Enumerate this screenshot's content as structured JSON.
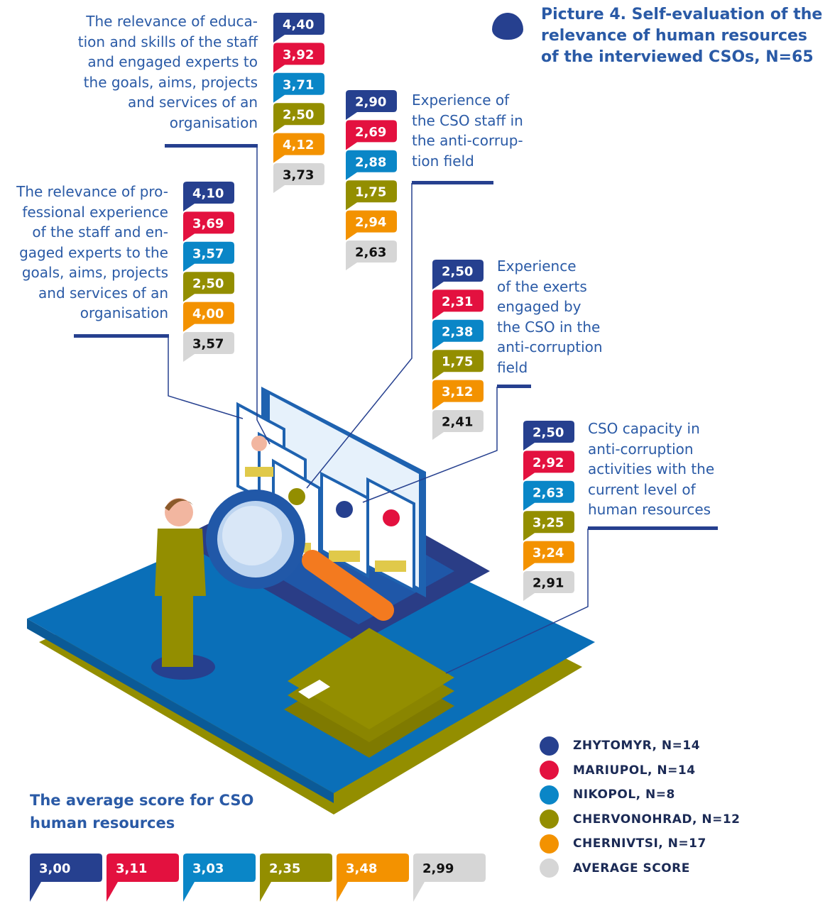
{
  "title": "Picture 4. Self-evaluation of the relevance of human resources of the interviewed CSOs, N=65",
  "colors": {
    "zhytomyr": "#26408f",
    "mariupol": "#e3113f",
    "nikopol": "#0a86c7",
    "chervonohrad": "#938e00",
    "chernivtsi": "#f39200",
    "average": "#d6d6d6",
    "text_blue": "#2a5aa6"
  },
  "legend": [
    {
      "label": "ZHYTOMYR, N=14",
      "color": "#26408f"
    },
    {
      "label": "MARIUPOL, N=14",
      "color": "#e3113f"
    },
    {
      "label": "NIKOPOL, N=8",
      "color": "#0a86c7"
    },
    {
      "label": "CHERVONOHRAD, N=12",
      "color": "#938e00"
    },
    {
      "label": "CHERNIVTSI, N=17",
      "color": "#f39200"
    },
    {
      "label": "AVERAGE SCORE",
      "color": "#d6d6d6"
    }
  ],
  "average_section": {
    "title": "The average score for CSO human resources"
  },
  "chart_data": {
    "type": "table",
    "title": "Picture 4. Self-evaluation of the relevance of human resources of the interviewed CSOs, N=65",
    "series_names": [
      "ZHYTOMYR, N=14",
      "MARIUPOL, N=14",
      "NIKOPOL, N=8",
      "CHERVONOHRAD, N=12",
      "CHERNIVTSI, N=17",
      "AVERAGE SCORE"
    ],
    "groups": [
      {
        "label_lines": [
          "The relevance of educa-",
          "tion and skills of the staff",
          "and engaged experts to",
          "the goals, aims, projects",
          "and services of an",
          "organisation"
        ],
        "values": [
          "4,40",
          "3,92",
          "3,71",
          "2,50",
          "4,12",
          "3,73"
        ]
      },
      {
        "label_lines": [
          "The relevance of pro-",
          "fessional experience",
          "of the staff and en-",
          "gaged experts to the",
          "goals, aims, projects",
          "and services of an",
          "organisation"
        ],
        "values": [
          "4,10",
          "3,69",
          "3,57",
          "2,50",
          "4,00",
          "3,57"
        ]
      },
      {
        "label_lines": [
          "Experience of",
          "the CSO staff in",
          "the anti-corrup-",
          "tion field"
        ],
        "values": [
          "2,90",
          "2,69",
          "2,88",
          "1,75",
          "2,94",
          "2,63"
        ]
      },
      {
        "label_lines": [
          "Experience",
          "of the exerts",
          "engaged by",
          "the CSO in the",
          "anti-corruption",
          "field"
        ],
        "values": [
          "2,50",
          "2,31",
          "2,38",
          "1,75",
          "3,12",
          "2,41"
        ]
      },
      {
        "label_lines": [
          "CSO capacity in",
          "anti-corruption",
          "activities with the",
          "current level of",
          "human resources"
        ],
        "values": [
          "2,50",
          "2,92",
          "2,63",
          "3,25",
          "3,24",
          "2,91"
        ]
      }
    ],
    "averages": {
      "label": "The average score for CSO human resources",
      "values": [
        "3,00",
        "3,11",
        "3,03",
        "2,35",
        "3,48",
        "2,99"
      ]
    }
  }
}
